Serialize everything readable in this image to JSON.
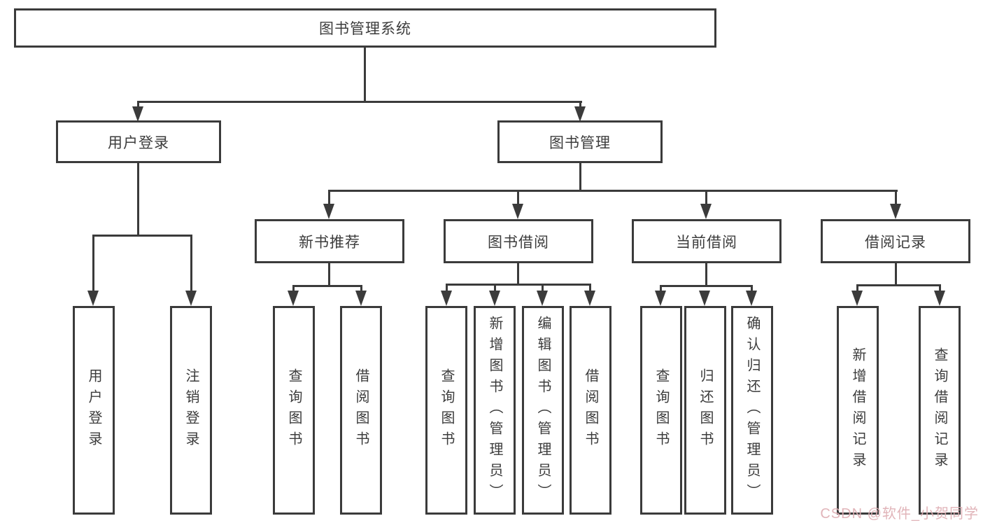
{
  "diagram": {
    "type": "hierarchy-tree",
    "root": {
      "label": "图书管理系统"
    },
    "level1": {
      "user_login": {
        "label": "用户登录"
      },
      "book_mgmt": {
        "label": "图书管理"
      }
    },
    "level2": {
      "new_book": {
        "label": "新书推荐"
      },
      "book_borrow": {
        "label": "图书借阅"
      },
      "current_borrow": {
        "label": "当前借阅"
      },
      "borrow_record": {
        "label": "借阅记录"
      }
    },
    "leaves": {
      "user_login_children": [
        "用户登录",
        "注销登录"
      ],
      "new_book_children": [
        "查询图书",
        "借阅图书"
      ],
      "book_borrow_children": [
        "查询图书",
        "新增图书（管理员）",
        "编辑图书（管理员）",
        "借阅图书"
      ],
      "current_borrow_children": [
        "查询图书",
        "归还图书",
        "确认归还（管理员）"
      ],
      "borrow_record_children": [
        "新增借阅记录",
        "查询借阅记录"
      ]
    },
    "colors": {
      "line": "#3b3b3b",
      "text": "#3c3c3c",
      "background": "#ffffff",
      "watermark": "#deaeb3"
    },
    "watermark": "CSDN @软件_小贺同学"
  }
}
